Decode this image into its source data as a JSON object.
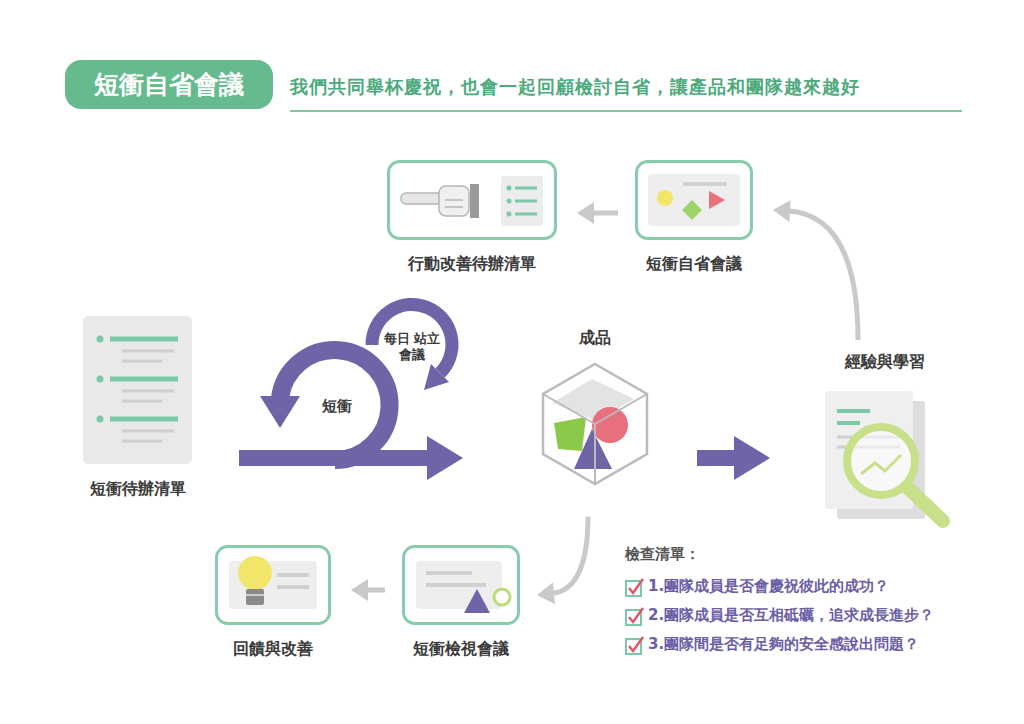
{
  "diagram": {
    "title": "短衝自省會議",
    "nodes": [
      {
        "text": [
          "行動改善待辦清單"
        ]
      },
      {
        "text": [
          "短衝自省會議"
        ]
      },
      {
        "text": [
          "短衝待辦清單"
        ]
      },
      {
        "text": [
          "成品"
        ]
      },
      {
        "text": [
          "經驗與學習"
        ]
      },
      {
        "text": [
          "回饋與改善"
        ]
      },
      {
        "text": [
          "短衝檢視會議"
        ]
      }
    ],
    "edges": [
      {
        "from": 2,
        "to": 3,
        "arrow": "to"
      },
      {
        "from": 3,
        "to": 4,
        "arrow": "to"
      },
      {
        "from": 4,
        "to": 1,
        "arrow": "to"
      },
      {
        "from": 1,
        "to": 0,
        "arrow": "to"
      },
      {
        "from": 3,
        "to": 6,
        "arrow": "to"
      },
      {
        "from": 6,
        "to": 5,
        "arrow": "to"
      }
    ],
    "labels": [
      "我們共同舉杯慶祝，也會一起回顧檢討自省，讓產品和團隊越來越好",
      "短衝",
      "每日 站立會議",
      "檢查清單：",
      "1.團隊成員是否會慶祝彼此的成功？",
      "2.團隊成員是否互相砥礪，追求成長進步？",
      "3.團隊間是否有足夠的安全感說出問題？"
    ]
  }
}
